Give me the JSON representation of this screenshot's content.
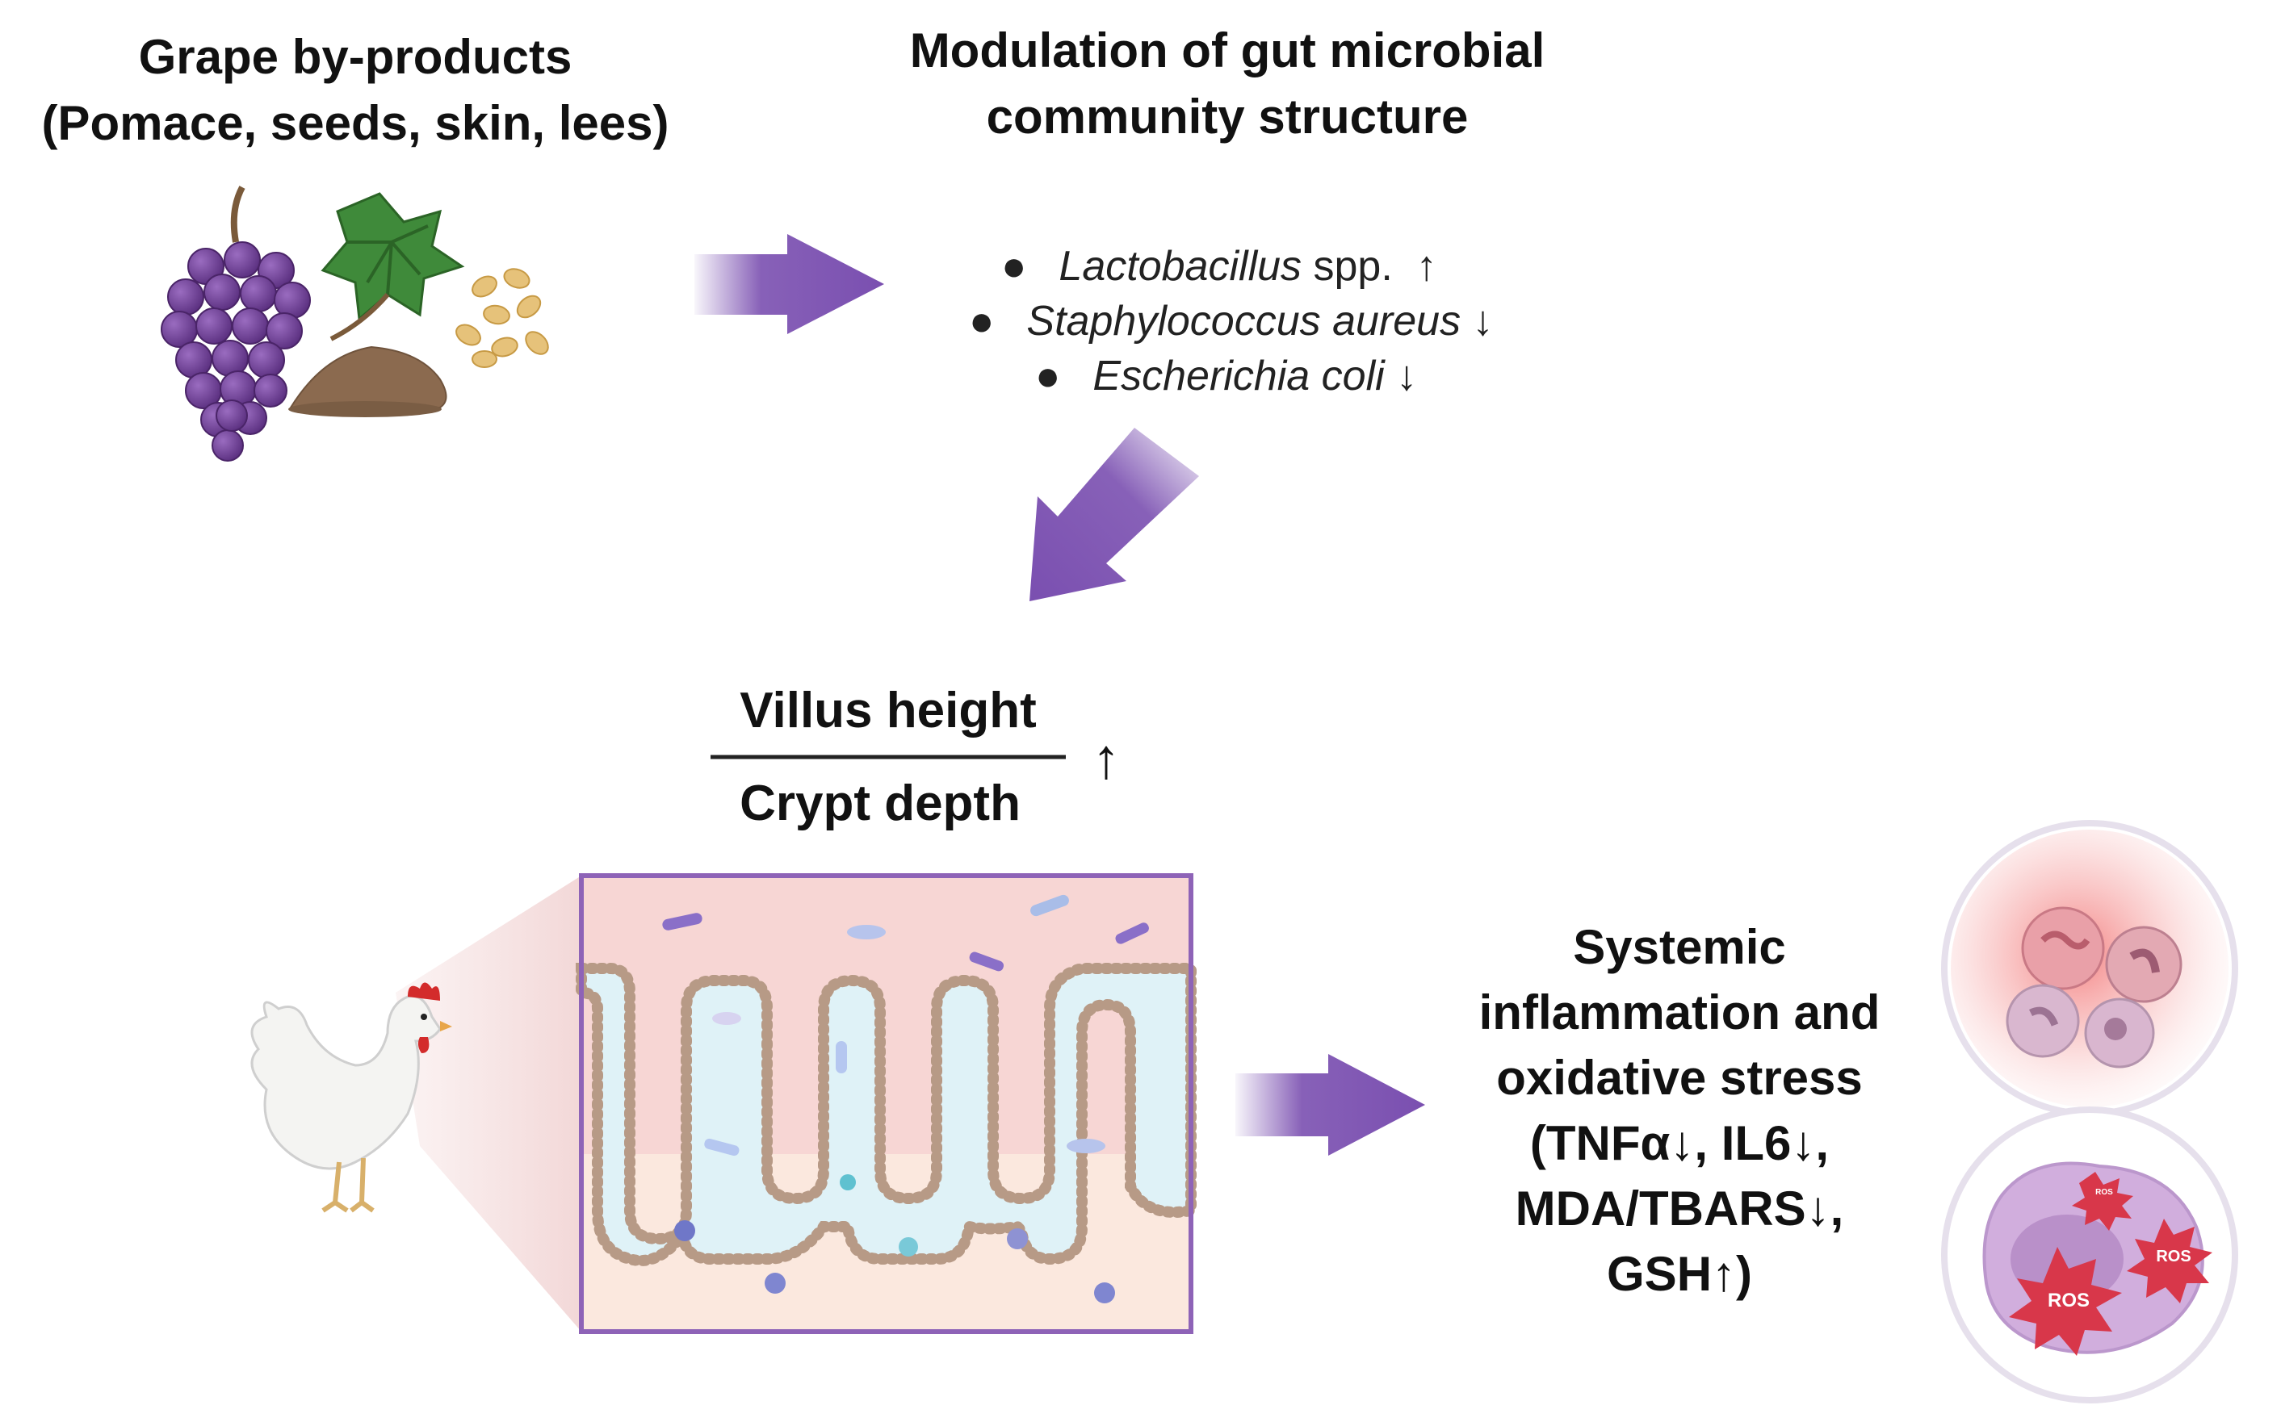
{
  "source": {
    "title_line1": "Grape by-products",
    "title_line2": "(Pomace, seeds, skin, lees)"
  },
  "microbiota": {
    "title_line1": "Modulation of gut microbial",
    "title_line2": "community structure",
    "items": [
      {
        "name": "Lactobacillus",
        "suffix": " spp.",
        "arrow": "↑"
      },
      {
        "name": "Staphylococcus aureus",
        "suffix": "",
        "arrow": "↓"
      },
      {
        "name": "Escherichia coli",
        "suffix": "",
        "arrow": "↓"
      }
    ]
  },
  "morphology": {
    "numerator": "Villus height",
    "denominator": "Crypt depth",
    "arrow": "↑"
  },
  "systemic": {
    "lines": [
      "Systemic",
      "inflammation and",
      "oxidative stress",
      "(TNFα↓, IL6↓,",
      "MDA/TBARS↓,",
      "GSH↑)"
    ]
  },
  "cells": {
    "ros_labels": [
      "ROS",
      "ROS",
      "ROS"
    ]
  },
  "colors": {
    "arrow": "#7a4fb0",
    "grape": "#6b3f8f",
    "leaf": "#3f8a3a",
    "pomace": "#8b6a4f",
    "seed": "#e6c27a",
    "intestine_frame": "#8e63b7",
    "lumen": "#f7d6d4",
    "mucosa": "#dff2f7",
    "ros": "#d8374a"
  }
}
